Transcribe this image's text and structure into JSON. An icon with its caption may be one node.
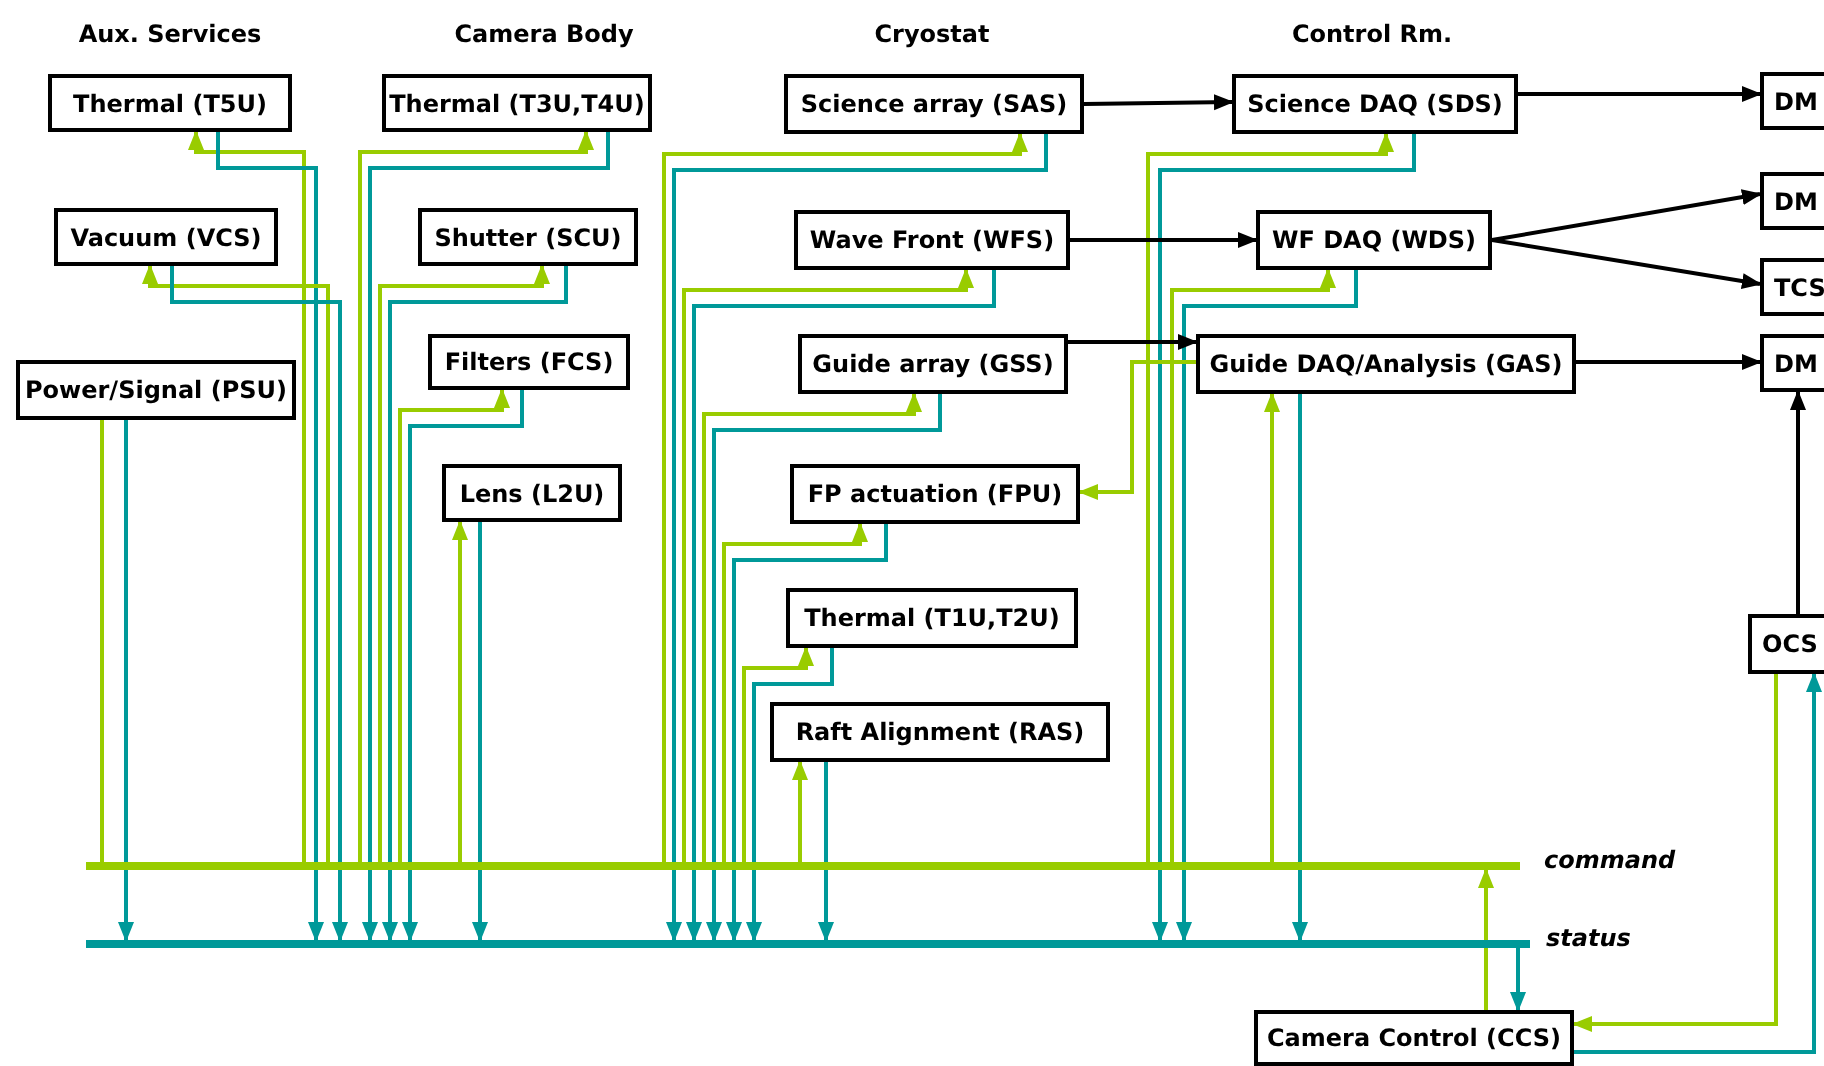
{
  "diagram": {
    "nodes": [
      {
        "text": [
          "Thermal (T5U)"
        ]
      },
      {
        "text": [
          "Vacuum (VCS)"
        ]
      },
      {
        "text": [
          "Power/Signal (PSU)"
        ]
      },
      {
        "text": [
          "Thermal (T3U,T4U)"
        ]
      },
      {
        "text": [
          "Shutter (SCU)"
        ]
      },
      {
        "text": [
          "Filters (FCS)"
        ]
      },
      {
        "text": [
          "Lens (L2U)"
        ]
      },
      {
        "text": [
          "Science array (SAS)"
        ]
      },
      {
        "text": [
          "Wave Front (WFS)"
        ]
      },
      {
        "text": [
          "Guide array (GSS)"
        ]
      },
      {
        "text": [
          "FP actuation (FPU)"
        ]
      },
      {
        "text": [
          "Thermal (T1U,T2U)"
        ]
      },
      {
        "text": [
          "Raft Alignment (RAS)"
        ]
      },
      {
        "text": [
          "Science DAQ (SDS)"
        ]
      },
      {
        "text": [
          "WF DAQ (WDS)"
        ]
      },
      {
        "text": [
          "Guide DAQ/Analysis (GAS)"
        ]
      },
      {
        "text": [
          "DM"
        ]
      },
      {
        "text": [
          "DM"
        ]
      },
      {
        "text": [
          "TCS"
        ]
      },
      {
        "text": [
          "DM"
        ]
      },
      {
        "text": [
          "OCS"
        ]
      },
      {
        "text": [
          "Camera Control (CCS)"
        ]
      },
      {
        "text": [],
        "shape": "bar",
        "beside": [
          "command"
        ]
      },
      {
        "text": [],
        "shape": "bar",
        "beside": [
          "status"
        ]
      }
    ],
    "edges": [
      {
        "from": 22,
        "to": 0,
        "arrow": "to",
        "color": "#99cc00"
      },
      {
        "from": 0,
        "to": 23,
        "arrow": "to",
        "color": "#009999"
      },
      {
        "from": 22,
        "to": 1,
        "arrow": "to",
        "color": "#99cc00"
      },
      {
        "from": 1,
        "to": 23,
        "arrow": "to",
        "color": "#009999"
      },
      {
        "from": 22,
        "to": 2,
        "arrow": "none",
        "color": "#99cc00"
      },
      {
        "from": 2,
        "to": 23,
        "arrow": "to",
        "color": "#009999"
      },
      {
        "from": 22,
        "to": 3,
        "arrow": "to",
        "color": "#99cc00"
      },
      {
        "from": 3,
        "to": 23,
        "arrow": "to",
        "color": "#009999"
      },
      {
        "from": 22,
        "to": 4,
        "arrow": "to",
        "color": "#99cc00"
      },
      {
        "from": 4,
        "to": 23,
        "arrow": "to",
        "color": "#009999"
      },
      {
        "from": 22,
        "to": 5,
        "arrow": "to",
        "color": "#99cc00"
      },
      {
        "from": 5,
        "to": 23,
        "arrow": "to",
        "color": "#009999"
      },
      {
        "from": 22,
        "to": 6,
        "arrow": "to",
        "color": "#99cc00"
      },
      {
        "from": 6,
        "to": 23,
        "arrow": "to",
        "color": "#009999"
      },
      {
        "from": 22,
        "to": 7,
        "arrow": "to",
        "color": "#99cc00"
      },
      {
        "from": 7,
        "to": 23,
        "arrow": "to",
        "color": "#009999"
      },
      {
        "from": 22,
        "to": 8,
        "arrow": "to",
        "color": "#99cc00"
      },
      {
        "from": 8,
        "to": 23,
        "arrow": "to",
        "color": "#009999"
      },
      {
        "from": 22,
        "to": 9,
        "arrow": "to",
        "color": "#99cc00"
      },
      {
        "from": 9,
        "to": 23,
        "arrow": "to",
        "color": "#009999"
      },
      {
        "from": 22,
        "to": 10,
        "arrow": "to",
        "color": "#99cc00"
      },
      {
        "from": 10,
        "to": 23,
        "arrow": "to",
        "color": "#009999"
      },
      {
        "from": 22,
        "to": 11,
        "arrow": "to",
        "color": "#99cc00"
      },
      {
        "from": 11,
        "to": 23,
        "arrow": "to",
        "color": "#009999"
      },
      {
        "from": 22,
        "to": 12,
        "arrow": "to",
        "color": "#99cc00"
      },
      {
        "from": 12,
        "to": 23,
        "arrow": "to",
        "color": "#009999"
      },
      {
        "from": 22,
        "to": 13,
        "arrow": "to",
        "color": "#99cc00"
      },
      {
        "from": 13,
        "to": 23,
        "arrow": "to",
        "color": "#009999"
      },
      {
        "from": 22,
        "to": 14,
        "arrow": "to",
        "color": "#99cc00"
      },
      {
        "from": 14,
        "to": 23,
        "arrow": "to",
        "color": "#009999"
      },
      {
        "from": 22,
        "to": 15,
        "arrow": "to",
        "color": "#99cc00"
      },
      {
        "from": 15,
        "to": 23,
        "arrow": "to",
        "color": "#009999"
      },
      {
        "from": 7,
        "to": 13,
        "arrow": "to",
        "color": "#000000"
      },
      {
        "from": 8,
        "to": 14,
        "arrow": "to",
        "color": "#000000"
      },
      {
        "from": 9,
        "to": 15,
        "arrow": "to",
        "color": "#000000"
      },
      {
        "from": 15,
        "to": 10,
        "arrow": "to",
        "color": "#99cc00"
      },
      {
        "from": 13,
        "to": 16,
        "arrow": "to",
        "color": "#000000"
      },
      {
        "from": 14,
        "to": 17,
        "arrow": "to",
        "color": "#000000"
      },
      {
        "from": 14,
        "to": 18,
        "arrow": "to",
        "color": "#000000"
      },
      {
        "from": 15,
        "to": 19,
        "arrow": "to",
        "color": "#000000"
      },
      {
        "from": 20,
        "to": 19,
        "arrow": "to",
        "color": "#000000"
      },
      {
        "from": 20,
        "to": 21,
        "arrow": "to",
        "color": "#99cc00"
      },
      {
        "from": 21,
        "to": 20,
        "arrow": "to",
        "color": "#009999"
      },
      {
        "from": 21,
        "to": 22,
        "arrow": "to",
        "color": "#99cc00"
      },
      {
        "from": 23,
        "to": 21,
        "arrow": "to",
        "color": "#009999"
      }
    ],
    "labels": [
      "Aux. Services",
      "Camera Body",
      "Cryostat",
      "Control Rm."
    ]
  }
}
